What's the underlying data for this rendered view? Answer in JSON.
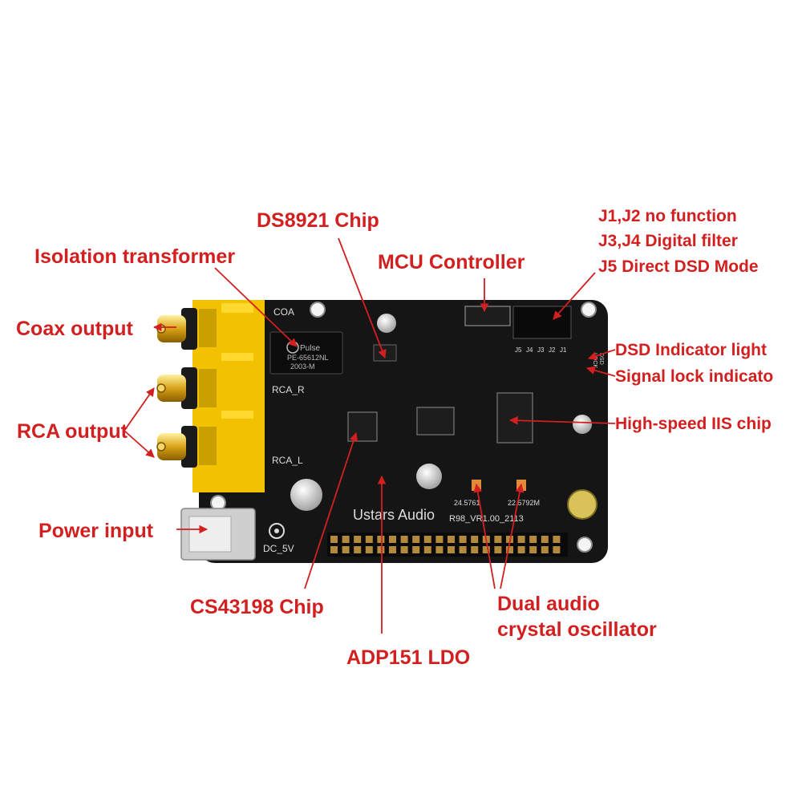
{
  "labels": {
    "ds8921": "DS8921 Chip",
    "isolation": "Isolation transformer",
    "mcu": "MCU Controller",
    "jumpers": [
      "J1,J2 no function",
      "J3,J4 Digital filter",
      "J5 Direct DSD Mode"
    ],
    "coax": "Coax output",
    "rca": "RCA output",
    "dsd_light": "DSD Indicator light",
    "signal_lock": "Signal lock indicato",
    "iis": "High-speed IIS chip",
    "power": "Power input",
    "cs43198": "CS43198 Chip",
    "crystal": [
      "Dual audio",
      "crystal oscillator"
    ],
    "adp151": "ADP151 LDO"
  },
  "board": {
    "coa": "COA",
    "rca_r": "RCA_R",
    "rca_l": "RCA_L",
    "brand": "Ustars Audio",
    "version": "R98_VR1.00_2113",
    "dc": "DC_5V",
    "pulse_brand": "Pulse",
    "pulse_part": "PE-65612NL",
    "pulse_date": "2003-M",
    "osc1": "24.5761",
    "osc2": "22.5792M",
    "jumper_ids": [
      "J5",
      "J4",
      "J3",
      "J2",
      "J1"
    ],
    "led_labels": [
      "DSD",
      "LOCK"
    ]
  },
  "colors": {
    "label": "#d21f1f",
    "pcb": "#151515",
    "connector": "#f2c200",
    "silkscreen": "#dcdcdc"
  }
}
